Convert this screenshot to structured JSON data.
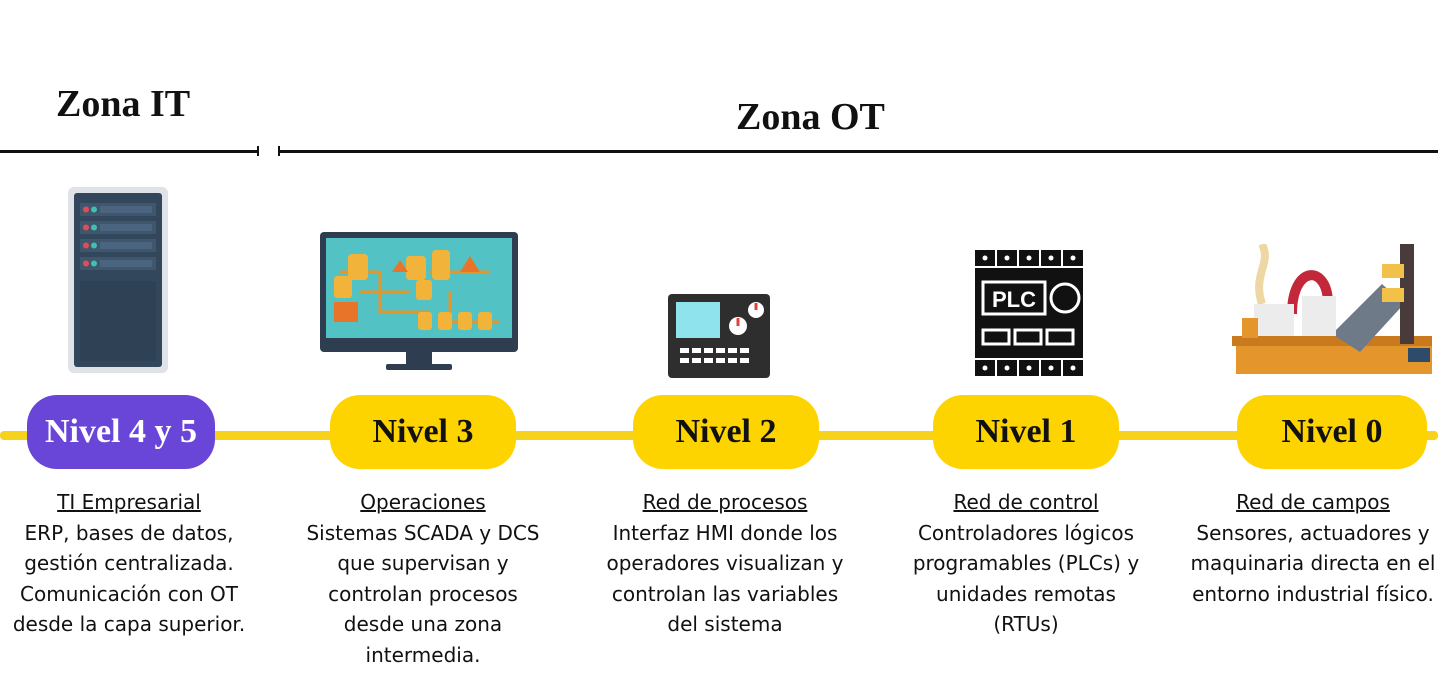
{
  "zones": {
    "it": {
      "title": "Zona IT"
    },
    "ot": {
      "title": "Zona OT"
    }
  },
  "levels": [
    {
      "badge": "Nivel 4 y 5",
      "heading": "TI Empresarial",
      "body": "ERP, bases de datos, gestión centralizada. Comunicación con OT desde la capa superior.",
      "icon": "server-icon",
      "badge_color": "#6a46d8"
    },
    {
      "badge": "Nivel 3",
      "heading": "Operaciones",
      "body": "Sistemas SCADA y DCS que supervisan y controlan procesos desde una zona intermedia.",
      "icon": "scada-monitor-icon",
      "badge_color": "#fdd300"
    },
    {
      "badge": "Nivel 2",
      "heading": "Red de procesos",
      "body": "Interfaz HMI donde los operadores visualizan y controlan las variables del sistema",
      "icon": "hmi-panel-icon",
      "badge_color": "#fdd300"
    },
    {
      "badge": "Nivel 1",
      "heading": "Red de control",
      "body": "Controladores lógicos programables (PLCs) y unidades remotas (RTUs)",
      "icon": "plc-icon",
      "icon_label": "PLC",
      "badge_color": "#fdd300"
    },
    {
      "badge": "Nivel 0",
      "heading": "Red de campos",
      "body": "Sensores, actuadores y maquinaria directa en el entorno industrial físico.",
      "icon": "industrial-machinery-icon",
      "badge_color": "#fdd300"
    }
  ]
}
